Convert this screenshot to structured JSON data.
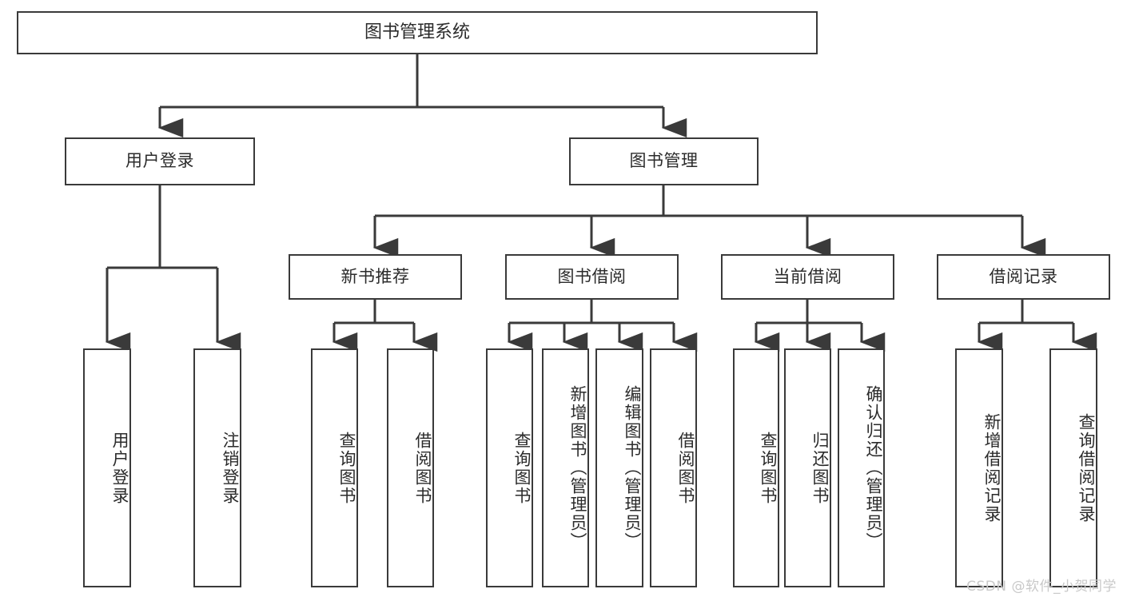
{
  "diagram": {
    "type": "hierarchy-tree",
    "title": "图书管理系统",
    "watermark": "CSDN @软件_小贺同学",
    "line_color": "#3a3a3a",
    "text_color": "#2b2b2b",
    "background": "#ffffff",
    "levels": 4,
    "nodes": {
      "root": {
        "label": "图书管理系统"
      },
      "level2": [
        {
          "label": "用户登录"
        },
        {
          "label": "图书管理"
        }
      ],
      "level3": [
        {
          "label": "新书推荐"
        },
        {
          "label": "图书借阅"
        },
        {
          "label": "当前借阅"
        },
        {
          "label": "借阅记录"
        }
      ],
      "leaves_user_login": [
        {
          "label": "用户登录"
        },
        {
          "label": "注销登录"
        }
      ],
      "leaves_new_book": [
        {
          "label": "查询图书"
        },
        {
          "label": "借阅图书"
        }
      ],
      "leaves_borrow": [
        {
          "label": "查询图书"
        },
        {
          "label": "新增图书（管理员）"
        },
        {
          "label": "编辑图书（管理员）"
        },
        {
          "label": "借阅图书"
        }
      ],
      "leaves_current": [
        {
          "label": "查询图书"
        },
        {
          "label": "归还图书"
        },
        {
          "label": "确认归还（管理员）"
        }
      ],
      "leaves_record": [
        {
          "label": "新增借阅记录"
        },
        {
          "label": "查询借阅记录"
        }
      ]
    }
  }
}
